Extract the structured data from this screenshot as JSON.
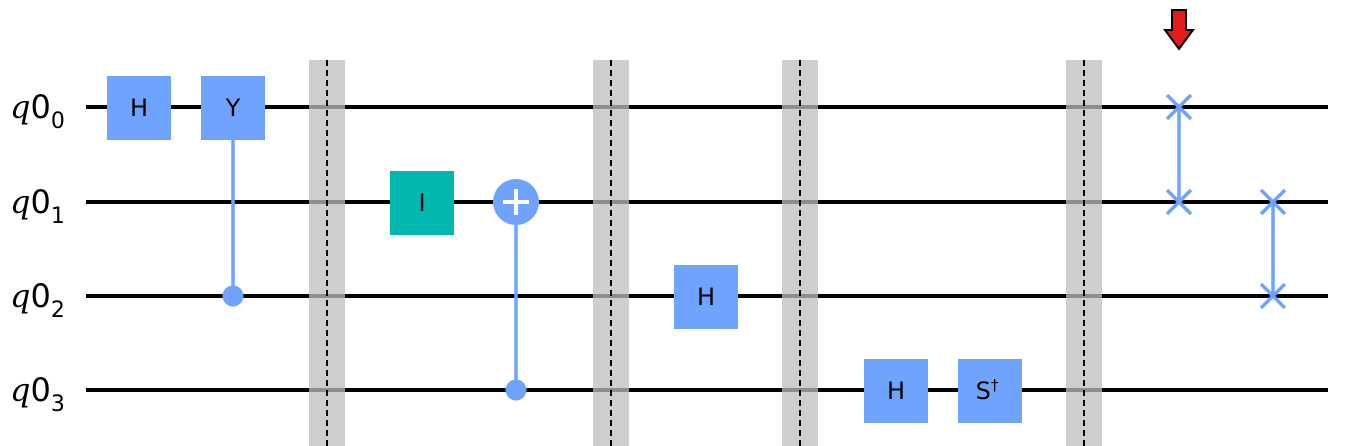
{
  "diagram": {
    "qubits": [
      {
        "italic": "q",
        "number": "0",
        "subscript": "0"
      },
      {
        "italic": "q",
        "number": "0",
        "subscript": "1"
      },
      {
        "italic": "q",
        "number": "0",
        "subscript": "2"
      },
      {
        "italic": "q",
        "number": "0",
        "subscript": "3"
      }
    ],
    "colors": {
      "gate": "#6fa3fd",
      "identity": "#00b8b0",
      "control": "#6fa3fd",
      "swap": "#6fa3fd",
      "marker_fill": "#e21b1b",
      "marker_stroke": "#000000"
    },
    "gates": [
      {
        "label": "H",
        "qubit": 0,
        "step": 0
      },
      {
        "label": "Y",
        "qubit": 0,
        "step": 1
      },
      {
        "label": "I",
        "qubit": 1,
        "step": 2,
        "kind": "identity"
      },
      {
        "label": "H",
        "qubit": 2,
        "step": 4
      },
      {
        "label": "H",
        "qubit": 3,
        "step": 5
      },
      {
        "label": "S",
        "dagger": "†",
        "qubit": 3,
        "step": 6
      }
    ],
    "controlled": [
      {
        "step": 1,
        "control": 2,
        "target": 0,
        "target_kind": "gate"
      },
      {
        "step": 3,
        "control": 3,
        "target": 1,
        "target_kind": "plus"
      }
    ],
    "barriers": [
      {
        "after_step": 1
      },
      {
        "after_step": 3
      },
      {
        "after_step": 4
      },
      {
        "after_step": 6
      }
    ],
    "swaps": [
      {
        "step": 7,
        "qubits": [
          0,
          1
        ]
      },
      {
        "step": 8,
        "qubits": [
          1,
          2
        ]
      }
    ],
    "marker": {
      "icon": "down-arrow-icon",
      "step": 7
    }
  }
}
